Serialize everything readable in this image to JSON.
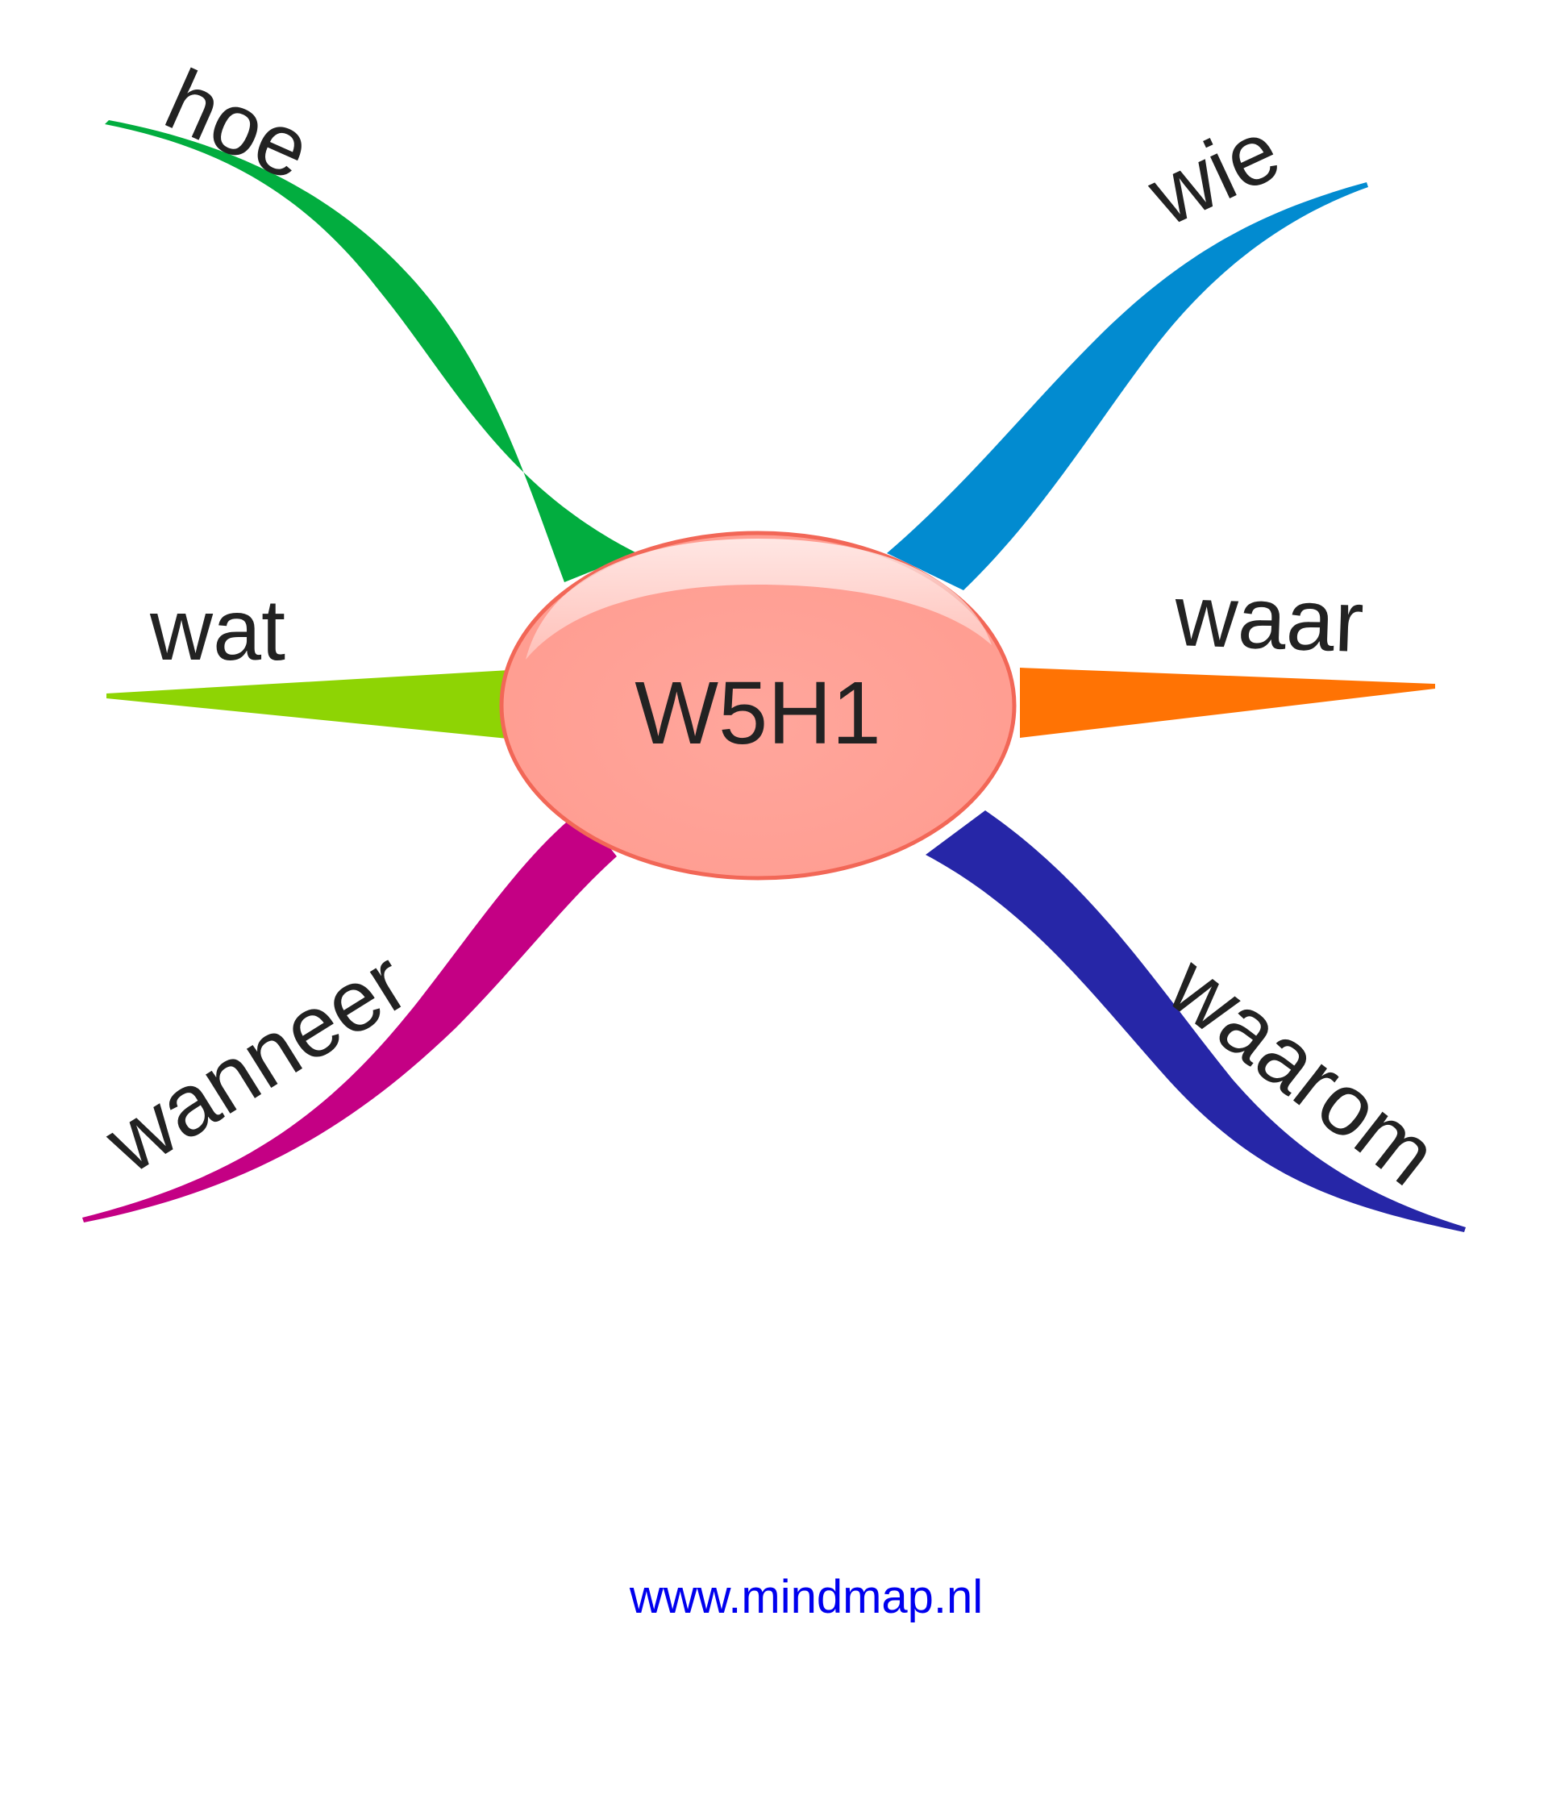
{
  "center": {
    "label": "W5H1",
    "fill": "#FFA398",
    "stroke": "#F26757"
  },
  "branches": {
    "hoe": {
      "label": "hoe",
      "color": "#02AD3F"
    },
    "wat": {
      "label": "wat",
      "color": "#8ED404"
    },
    "wanneer": {
      "label": "wanneer",
      "color": "#C40084"
    },
    "wie": {
      "label": "wie",
      "color": "#028BD0"
    },
    "waar": {
      "label": "waar",
      "color": "#FF7304"
    },
    "waarom": {
      "label": "waarom",
      "color": "#2626A7"
    }
  },
  "footer": {
    "url": "www.mindmap.nl",
    "color": "#0000EE"
  }
}
